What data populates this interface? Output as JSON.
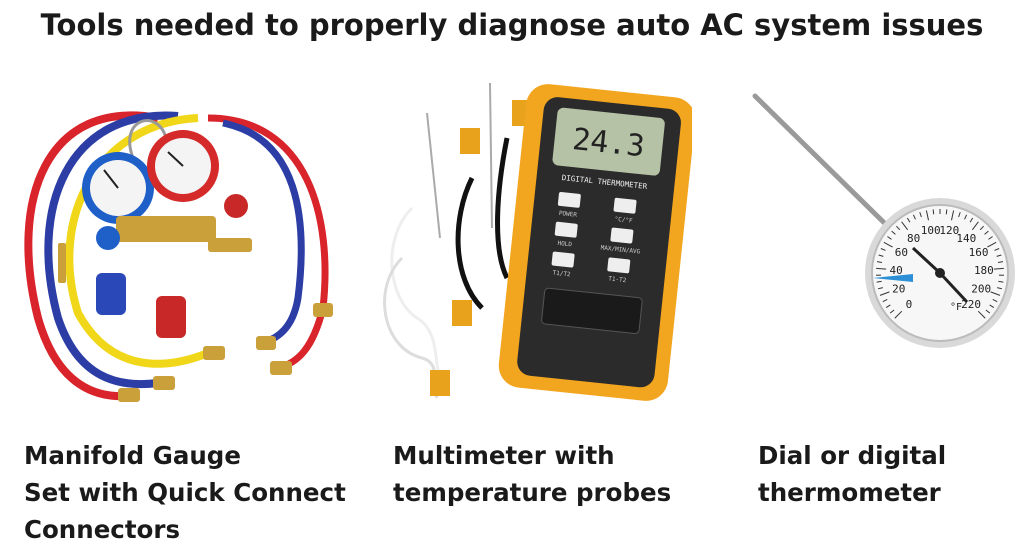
{
  "title": "Tools needed to properly diagnose auto AC system issues",
  "items": [
    {
      "caption_lines": [
        "Manifold Gauge",
        "Set with Quick Connect",
        "Connectors"
      ],
      "image": "manifold-gauge-set-illustration"
    },
    {
      "caption_lines": [
        "Multimeter with",
        "temperature probes"
      ],
      "image": "digital-thermometer-with-probes-illustration",
      "display_reading": "24.3",
      "device_label": "DIGITAL THERMOMETER",
      "button_labels": [
        "POWER",
        "°C/°F",
        "HOLD",
        "MAX/MIN/AVG",
        "T1/T2",
        "T1-T2"
      ]
    },
    {
      "caption_lines": [
        "Dial or digital",
        "thermometer"
      ],
      "image": "dial-thermometer-illustration",
      "dial_numbers": [
        "0",
        "20",
        "40",
        "60",
        "80",
        "100",
        "120",
        "140",
        "160",
        "180",
        "200",
        "220"
      ],
      "dial_unit": "°F"
    }
  ]
}
